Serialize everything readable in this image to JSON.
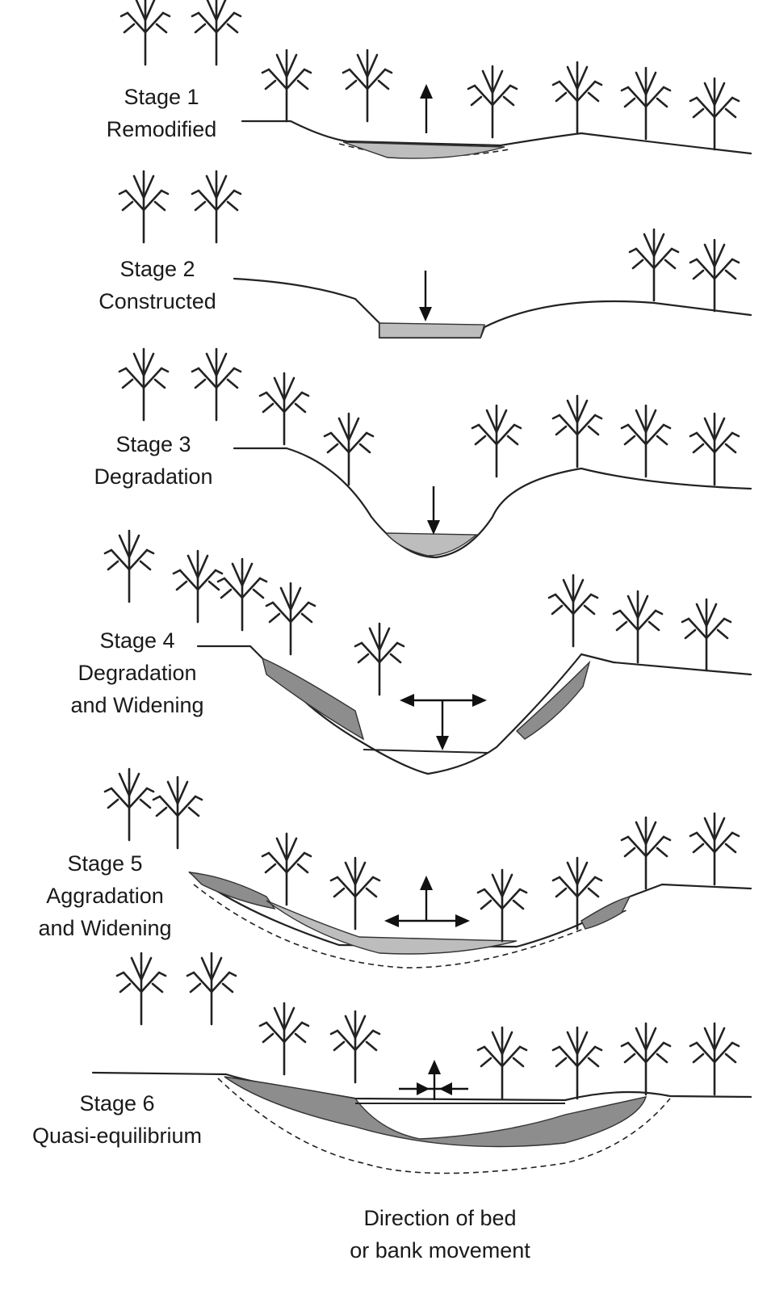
{
  "stages": [
    {
      "number": "Stage 1",
      "name_lines": [
        "Remodified"
      ],
      "movement": "up"
    },
    {
      "number": "Stage 2",
      "name_lines": [
        "Constructed"
      ],
      "movement": "down"
    },
    {
      "number": "Stage 3",
      "name_lines": [
        "Degradation"
      ],
      "movement": "down"
    },
    {
      "number": "Stage 4",
      "name_lines": [
        "Degradation",
        "and Widening"
      ],
      "movement": "down-and-sideways"
    },
    {
      "number": "Stage 5",
      "name_lines": [
        "Aggradation",
        "and Widening"
      ],
      "movement": "up-and-sideways"
    },
    {
      "number": "Stage 6",
      "name_lines": [
        "Quasi-equilibrium"
      ],
      "movement": "balanced"
    }
  ],
  "caption_lines": [
    "Direction of bed",
    "or bank movement"
  ],
  "icons": [
    "tree-icon",
    "arrow-icon"
  ]
}
